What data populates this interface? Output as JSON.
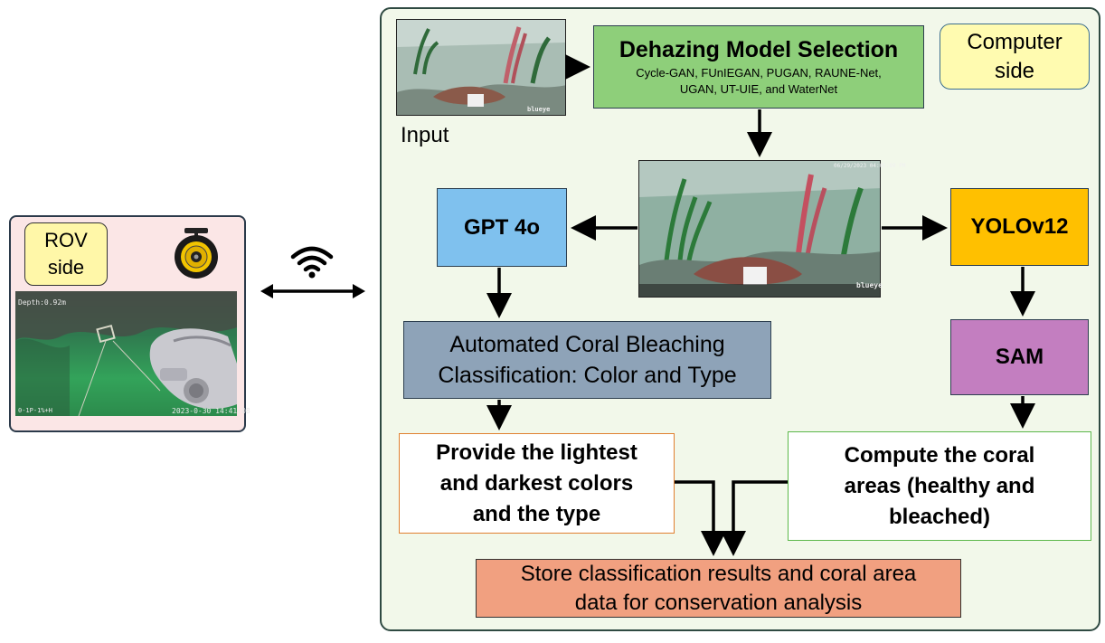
{
  "rov": {
    "label": "ROV\nside",
    "depth_text": "Depth:0.92m",
    "timestamp_text": "2023-0-30 14:41:08",
    "footer_left_text": "0-1P-1%+H"
  },
  "computer": {
    "label": "Computer\nside"
  },
  "input": {
    "label": "Input",
    "brand": "blueye"
  },
  "dehazing": {
    "title": "Dehazing Model Selection",
    "models": "Cycle-GAN, FUnIEGAN, PUGAN, RAUNE-Net,\nUGAN, UT-UIE, and WaterNet"
  },
  "center_image": {
    "brand": "blueye",
    "timestamp_text": "06/29/2023 04:05:09 PM"
  },
  "gpt": {
    "label": "GPT 4o"
  },
  "yolo": {
    "label": "YOLOv12"
  },
  "sam": {
    "label": "SAM"
  },
  "classification": {
    "label": "Automated Coral Bleaching\nClassification: Color and Type"
  },
  "provide": {
    "label": "Provide the lightest\nand darkest colors\nand the type"
  },
  "compute": {
    "label": "Compute the coral\nareas (healthy and\nbleached)"
  },
  "store": {
    "label": "Store classification results and coral area\ndata for conservation analysis"
  },
  "colors": {
    "rov_panel": "#fbe6e6",
    "computer_panel": "#f2f8ea",
    "dehazing": "#8ecf7a",
    "gpt": "#7fc1ee",
    "yolo": "#ffc000",
    "sam": "#c37ec0",
    "classification": "#8ea3b8",
    "store": "#f1a080",
    "provide_border": "#e08030",
    "compute_border": "#5cb84a"
  },
  "icons": [
    "wifi-icon",
    "tether-reel-icon",
    "bidirectional-arrow-icon"
  ]
}
